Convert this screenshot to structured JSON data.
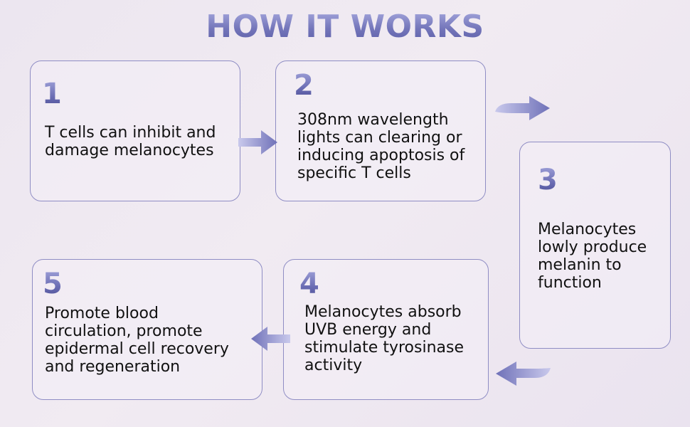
{
  "title": "HOW IT WORKS",
  "steps": [
    {
      "number": "1",
      "text": "T cells can inhibit and\ndamage melanocytes"
    },
    {
      "number": "2",
      "text": "308nm wavelength\nlights can clearing or\ninducing apoptosis of\nspecific T cells"
    },
    {
      "number": "3",
      "text": "Melanocytes\nlowly produce\nmelanin to\nfunction"
    },
    {
      "number": "4",
      "text": "Melanocytes absorb\nUVB energy and\nstimulate tyrosinase\nactivity"
    },
    {
      "number": "5",
      "text": "Promote blood\ncirculation, promote\nepidermal cell recovery\nand regeneration"
    }
  ],
  "colors": {
    "accent": "#6a6cb3",
    "border": "#8f8dc4",
    "text": "#111111"
  }
}
